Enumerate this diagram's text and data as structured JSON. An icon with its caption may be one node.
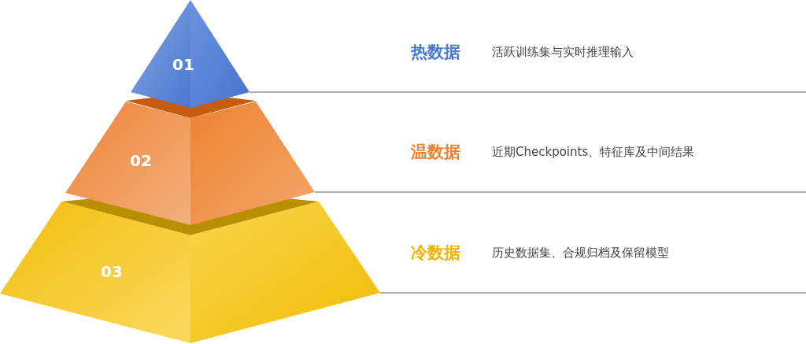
{
  "diagram": {
    "nodes": [
      {
        "text": [
          "01"
        ]
      },
      {
        "text": [
          "02"
        ]
      },
      {
        "text": [
          "03"
        ]
      }
    ],
    "edges": [],
    "labels": [
      "热数据",
      "活跃训练集与实时推理输入",
      "温数据",
      "近期Checkpoints、特征库及中间结果",
      "冷数据",
      "历史数据集、合规归档及保留模型"
    ]
  }
}
